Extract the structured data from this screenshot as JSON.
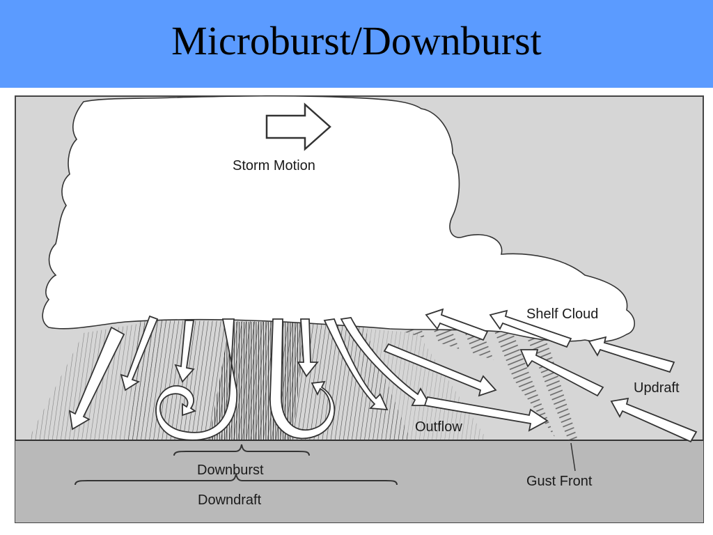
{
  "slide": {
    "title": "Microburst/Downburst"
  },
  "diagram": {
    "labels": {
      "storm_motion": "Storm Motion",
      "shelf_cloud": "Shelf Cloud",
      "updraft": "Updraft",
      "outflow": "Outflow",
      "downburst": "Downburst",
      "downdraft": "Downdraft",
      "gust_front": "Gust Front"
    }
  }
}
